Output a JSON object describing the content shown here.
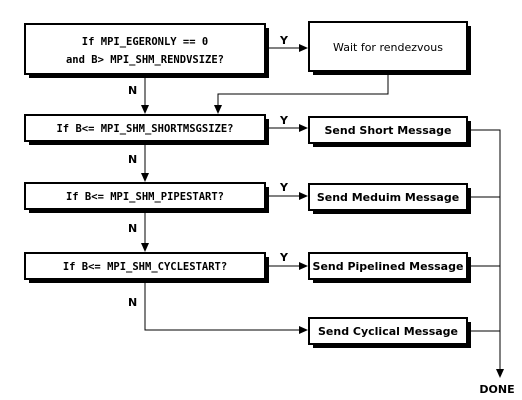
{
  "decisions": {
    "eageronly_line1": "If MPI_EGERONLY == 0",
    "eageronly_line2": "and B> MPI_SHM_RENDVSIZE?",
    "shortmsg": "If B<= MPI_SHM_SHORTMSGSIZE?",
    "pipestart": "If B<= MPI_SHM_PIPESTART?",
    "cyclestart": "If B<= MPI_SHM_CYCLESTART?"
  },
  "actions": {
    "rendezvous": "Wait for rendezvous",
    "short": "Send Short Message",
    "medium": "Send Meduim Message",
    "pipelined": "Send Pipelined Message",
    "cyclical": "Send Cyclical Message"
  },
  "branch_labels": {
    "yes": "Y",
    "no": "N"
  },
  "terminal": {
    "done": "DONE"
  }
}
